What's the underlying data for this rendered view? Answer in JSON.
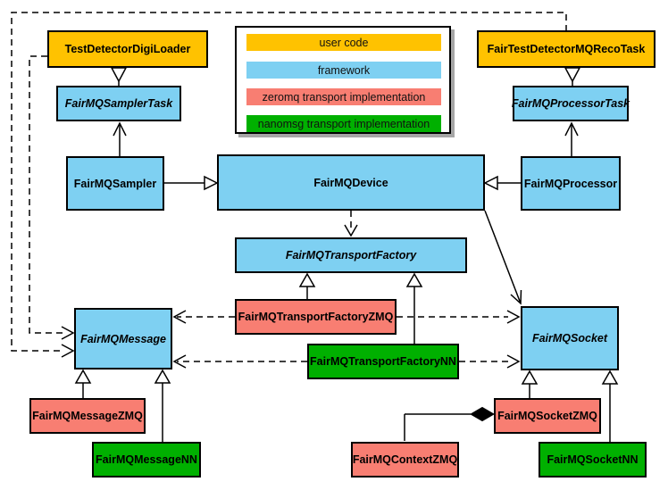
{
  "colors": {
    "user_code": "#ffc200",
    "framework": "#7ed0f2",
    "zeromq": "#f87e72",
    "nanomsg": "#00b000"
  },
  "legend": {
    "items": [
      {
        "label": "user code",
        "color": "#ffc200"
      },
      {
        "label": "framework",
        "color": "#7ed0f2"
      },
      {
        "label": "zeromq transport implementation",
        "color": "#f87e72"
      },
      {
        "label": "nanomsg transport implementation",
        "color": "#00b000"
      }
    ]
  },
  "nodes": {
    "digi": {
      "label": "TestDetectorDigiLoader"
    },
    "reco": {
      "label": "FairTestDetectorMQRecoTask"
    },
    "samplertask": {
      "label": "FairMQSamplerTask"
    },
    "processortask": {
      "label": "FairMQProcessorTask"
    },
    "sampler": {
      "label": "FairMQSampler"
    },
    "processor": {
      "label": "FairMQProcessor"
    },
    "device": {
      "label": "FairMQDevice"
    },
    "factory": {
      "label": "FairMQTransportFactory"
    },
    "factoryzmq": {
      "label": "FairMQTransportFactoryZMQ"
    },
    "factorynn": {
      "label": "FairMQTransportFactoryNN"
    },
    "message": {
      "label": "FairMQMessage"
    },
    "socket": {
      "label": "FairMQSocket"
    },
    "messagezmq": {
      "label": "FairMQMessageZMQ"
    },
    "messagenn": {
      "label": "FairMQMessageNN"
    },
    "socketzmq": {
      "label": "FairMQSocketZMQ"
    },
    "socketnn": {
      "label": "FairMQSocketNN"
    },
    "contextzmq": {
      "label": "FairMQContextZMQ"
    }
  }
}
